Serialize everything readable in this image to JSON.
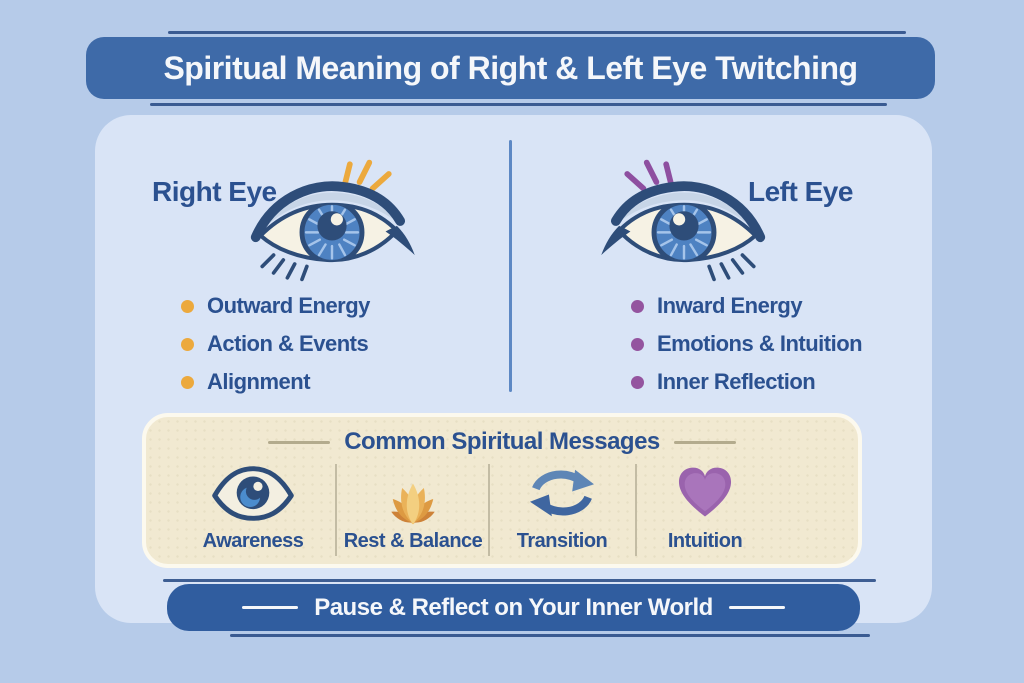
{
  "title_banner": {
    "text": "Spiritual Meaning of Right & Left Eye Twitching"
  },
  "right_eye": {
    "label": "Right Eye",
    "bullets": [
      "Outward Energy",
      "Action & Events",
      "Alignment"
    ],
    "twitch_color": "#edа93c",
    "bullet_color": "#eca93d"
  },
  "left_eye": {
    "label": "Left Eye",
    "bullets": [
      "Inward Energy",
      "Emotions & Intuition",
      "Inner Reflection"
    ],
    "twitch_color": "#8e4fa0",
    "bullet_color": "#94549f"
  },
  "messages_panel": {
    "title": "Common Spiritual Messages",
    "items": [
      {
        "icon": "eye-icon",
        "label": "Awareness"
      },
      {
        "icon": "lotus-icon",
        "label": "Rest & Balance"
      },
      {
        "icon": "cycle-arrows-icon",
        "label": "Transition"
      },
      {
        "icon": "heart-icon",
        "label": "Intuition"
      }
    ]
  },
  "footer_banner": {
    "text": "Pause & Reflect on Your Inner World"
  },
  "colors": {
    "background": "#b6cbe9",
    "content_panel": "#d9e4f6",
    "title_banner": "#3e6aa8",
    "footer_banner": "#305d9f",
    "heading_text": "#2b5190",
    "banner_text": "#f5f7fa",
    "messages_panel": "#f1e9d1",
    "eye_navy": "#2e4d79",
    "iris_blue": "#4e82c2",
    "accent_gold": "#eca93d",
    "accent_purple": "#8e4fa0"
  }
}
